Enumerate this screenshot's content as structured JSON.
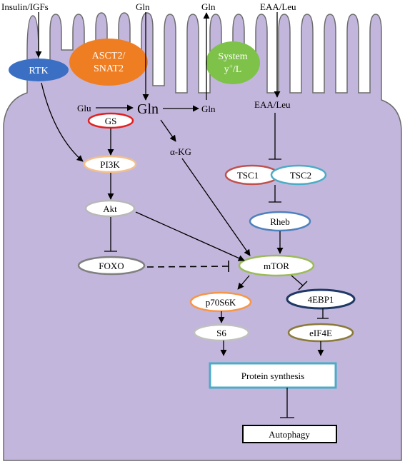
{
  "colors": {
    "cell_fill": "#c3b6dc",
    "cell_stroke": "#6b6b6b",
    "rtk_fill": "#3a6fc4",
    "asct2_fill": "#ef7e22",
    "system_fill": "#7ec24a",
    "gs_stroke": "#e02020",
    "pi3k_stroke": "#f4c08a",
    "akt_stroke": "#b8b8b8",
    "foxo_stroke": "#808080",
    "tsc1_stroke": "#c0504d",
    "tsc2_stroke": "#4bacc6",
    "rheb_stroke": "#4f81bd",
    "mtor_stroke": "#9bbb59",
    "p70_stroke": "#f79646",
    "s6_stroke": "#c0c0c0",
    "ebp1_stroke": "#1f3864",
    "eif4e_stroke": "#8a7a3a",
    "protein_stroke": "#4bacc6"
  },
  "labels": {
    "insulin": "Insulin/IGFs",
    "gln_top_1": "Gln",
    "gln_top_2": "Gln",
    "eaa_top": "EAA/Leu",
    "rtk": "RTK",
    "asct2_line1": "ASCT2/",
    "asct2_line2": "SNAT2",
    "system_line1": "System",
    "system_line2_main": "y",
    "system_line2_sup": "+",
    "system_line2_end": "/L",
    "glu": "Glu",
    "gln_center": "Gln",
    "gln_right": "Gln",
    "eaa_inside": "EAA/Leu",
    "gs": "GS",
    "akg": "α-KG",
    "pi3k": "PI3K",
    "akt": "Akt",
    "foxo": "FOXO",
    "tsc1": "TSC1",
    "tsc2": "TSC2",
    "rheb": "Rheb",
    "mtor": "mTOR",
    "p70s6k": "p70S6K",
    "ebp1": "4EBP1",
    "s6": "S6",
    "eif4e": "eIF4E",
    "protein_synthesis": "Protein synthesis",
    "autophagy": "Autophagy"
  }
}
